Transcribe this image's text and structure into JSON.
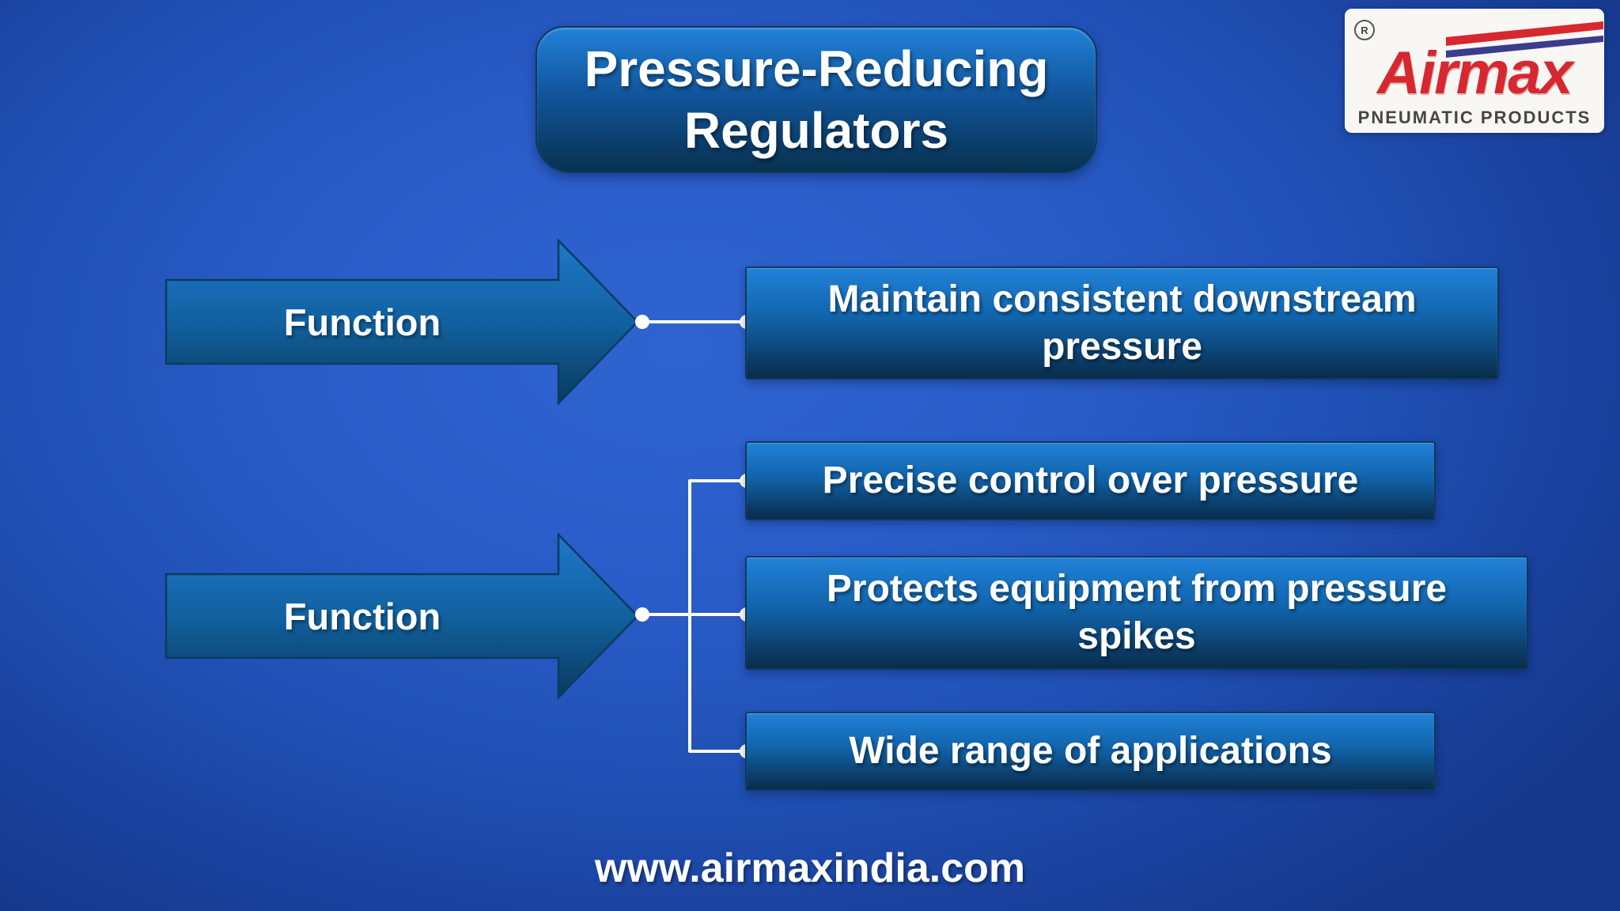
{
  "title": {
    "line1": "Pressure-Reducing",
    "line2": "Regulators"
  },
  "logo": {
    "registered_mark": "R",
    "brand": "Airmax",
    "tagline": "PNEUMATIC PRODUCTS"
  },
  "diagram": {
    "groups": [
      {
        "label": "Function",
        "items": [
          "Maintain consistent downstream pressure"
        ]
      },
      {
        "label": "Function",
        "items": [
          "Precise control over pressure",
          "Protects equipment from pressure spikes",
          "Wide range of applications"
        ]
      }
    ]
  },
  "footer": {
    "website": "www.airmaxindia.com"
  },
  "colors": {
    "bg-center": "#2f64d0",
    "bg-edge": "#15388c",
    "panel-top": "#2181d8",
    "panel-bottom": "#083150",
    "arrow-top": "#1e78cb",
    "arrow-bottom": "#0a3a5e",
    "connector": "#ffffff",
    "brand-red": "#d7282f",
    "stripe-navy": "#3c3c8e",
    "text-light": "#ffffff"
  }
}
